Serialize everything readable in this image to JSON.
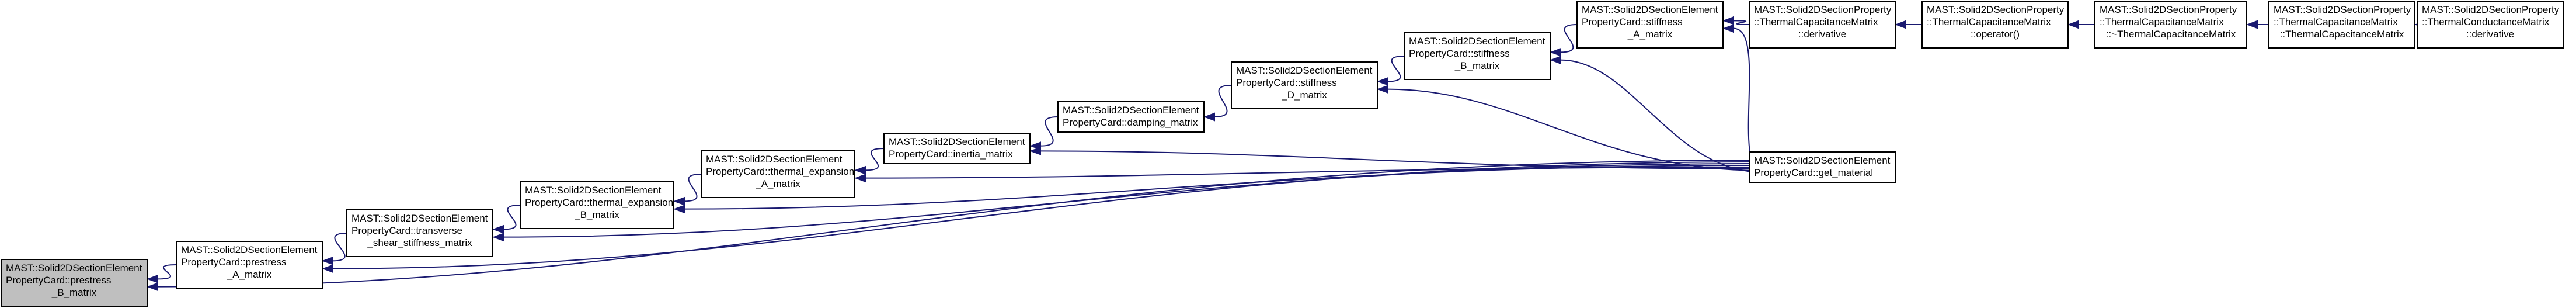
{
  "colors": {
    "edge": "#191970",
    "highlight_fill": "#bfbfbf",
    "node_border": "#000000"
  },
  "nodes": [
    {
      "id": "n0",
      "lines": [
        "MAST::Solid2DSectionElement",
        "PropertyCard::prestress",
        "_B_matrix"
      ],
      "highlight": true
    },
    {
      "id": "n1",
      "lines": [
        "MAST::Solid2DSectionElement",
        "PropertyCard::prestress",
        "_A_matrix"
      ]
    },
    {
      "id": "n2",
      "lines": [
        "MAST::Solid2DSectionElement",
        "PropertyCard::transverse",
        "_shear_stiffness_matrix"
      ]
    },
    {
      "id": "n3",
      "lines": [
        "MAST::Solid2DSectionElement",
        "PropertyCard::thermal_expansion",
        "_B_matrix"
      ]
    },
    {
      "id": "n4",
      "lines": [
        "MAST::Solid2DSectionElement",
        "PropertyCard::thermal_expansion",
        "_A_matrix"
      ]
    },
    {
      "id": "n5",
      "lines": [
        "MAST::Solid2DSectionElement",
        "PropertyCard::inertia_matrix"
      ]
    },
    {
      "id": "n6",
      "lines": [
        "MAST::Solid2DSectionElement",
        "PropertyCard::damping_matrix"
      ]
    },
    {
      "id": "n7",
      "lines": [
        "MAST::Solid2DSectionElement",
        "PropertyCard::stiffness",
        "_D_matrix"
      ]
    },
    {
      "id": "n8",
      "lines": [
        "MAST::Solid2DSectionElement",
        "PropertyCard::stiffness",
        "_B_matrix"
      ]
    },
    {
      "id": "n9",
      "lines": [
        "MAST::Solid2DSectionElement",
        "PropertyCard::stiffness",
        "_A_matrix"
      ]
    },
    {
      "id": "n10",
      "lines": [
        "MAST::Solid2DSectionProperty",
        "::ThermalCapacitanceMatrix",
        "::derivative"
      ]
    },
    {
      "id": "n11",
      "lines": [
        "MAST::Solid2DSectionProperty",
        "::ThermalCapacitanceMatrix",
        "::operator()"
      ]
    },
    {
      "id": "n12",
      "lines": [
        "MAST::Solid2DSectionProperty",
        "::ThermalCapacitanceMatrix",
        "::~ThermalCapacitanceMatrix"
      ]
    },
    {
      "id": "n13",
      "lines": [
        "MAST::Solid2DSectionProperty",
        "::ThermalCapacitanceMatrix",
        "::ThermalCapacitanceMatrix"
      ]
    },
    {
      "id": "n14",
      "lines": [
        "MAST::Solid2DSectionProperty",
        "::ThermalConductanceMatrix",
        "::derivative"
      ]
    },
    {
      "id": "n15",
      "lines": [
        "MAST::Solid2DSectionElement",
        "PropertyCard::get_material"
      ]
    }
  ],
  "edges": [
    {
      "from": "n1",
      "to": "n0"
    },
    {
      "from": "n15",
      "to": "n0"
    },
    {
      "from": "n2",
      "to": "n1"
    },
    {
      "from": "n15",
      "to": "n1"
    },
    {
      "from": "n3",
      "to": "n2"
    },
    {
      "from": "n15",
      "to": "n2"
    },
    {
      "from": "n4",
      "to": "n3"
    },
    {
      "from": "n15",
      "to": "n3"
    },
    {
      "from": "n5",
      "to": "n4"
    },
    {
      "from": "n15",
      "to": "n4"
    },
    {
      "from": "n6",
      "to": "n5"
    },
    {
      "from": "n15",
      "to": "n5"
    },
    {
      "from": "n7",
      "to": "n6"
    },
    {
      "from": "n8",
      "to": "n7"
    },
    {
      "from": "n15",
      "to": "n7"
    },
    {
      "from": "n9",
      "to": "n8"
    },
    {
      "from": "n15",
      "to": "n8"
    },
    {
      "from": "n10",
      "to": "n9"
    },
    {
      "from": "n15",
      "to": "n9"
    },
    {
      "from": "n11",
      "to": "n10"
    },
    {
      "from": "n12",
      "to": "n11"
    },
    {
      "from": "n13",
      "to": "n12"
    },
    {
      "from": "n14",
      "to": "n13"
    }
  ]
}
